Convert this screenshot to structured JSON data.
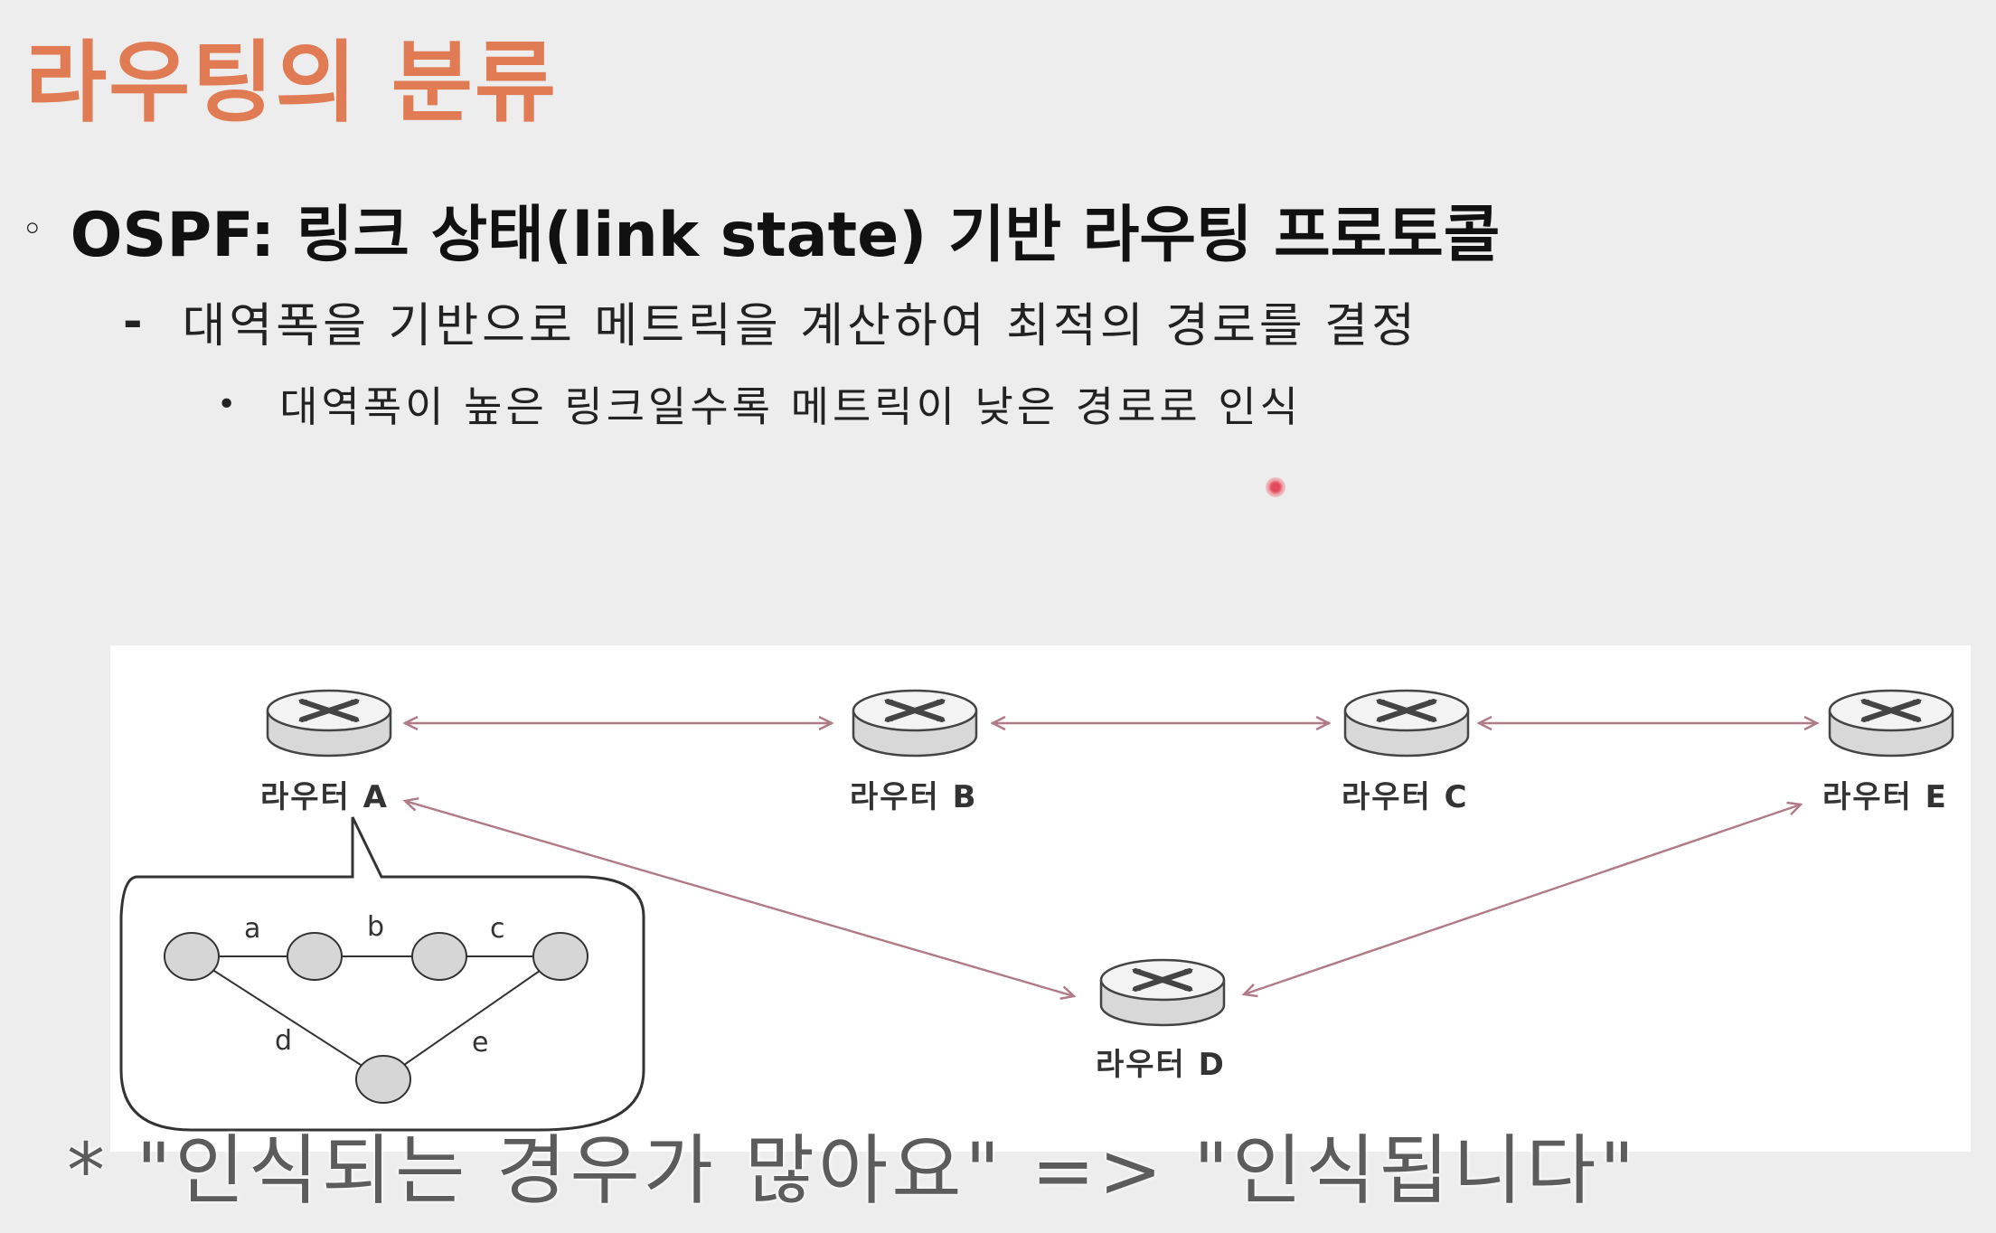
{
  "title": "라우팅의 분류",
  "bullets": {
    "level1": {
      "marker": "◦",
      "text": "OSPF: 링크 상태(link state) 기반 라우팅 프로토콜"
    },
    "level2": {
      "marker": "-",
      "text": "대역폭을 기반으로 메트릭을 계산하여 최적의 경로를 결정"
    },
    "level3": {
      "marker": "•",
      "text": "대역폭이 높은 링크일수록 메트릭이 낮은 경로로 인식"
    }
  },
  "diagram": {
    "routers": [
      {
        "id": "A",
        "label": "라우터 A"
      },
      {
        "id": "B",
        "label": "라우터 B"
      },
      {
        "id": "C",
        "label": "라우터 C"
      },
      {
        "id": "E",
        "label": "라우터 E"
      },
      {
        "id": "D",
        "label": "라우터 D"
      }
    ],
    "links": [
      {
        "from": "A",
        "to": "B"
      },
      {
        "from": "B",
        "to": "C"
      },
      {
        "from": "C",
        "to": "E"
      },
      {
        "from": "A",
        "to": "D"
      },
      {
        "from": "D",
        "to": "E"
      }
    ],
    "bubble": {
      "edge_labels": [
        "a",
        "b",
        "c",
        "d",
        "e"
      ]
    },
    "colors": {
      "arrow": "#b07a86",
      "node_fill": "#d6d6d6"
    }
  },
  "caption": "* \"인식되는 경우가 많아요\" => \"인식됩니다\""
}
